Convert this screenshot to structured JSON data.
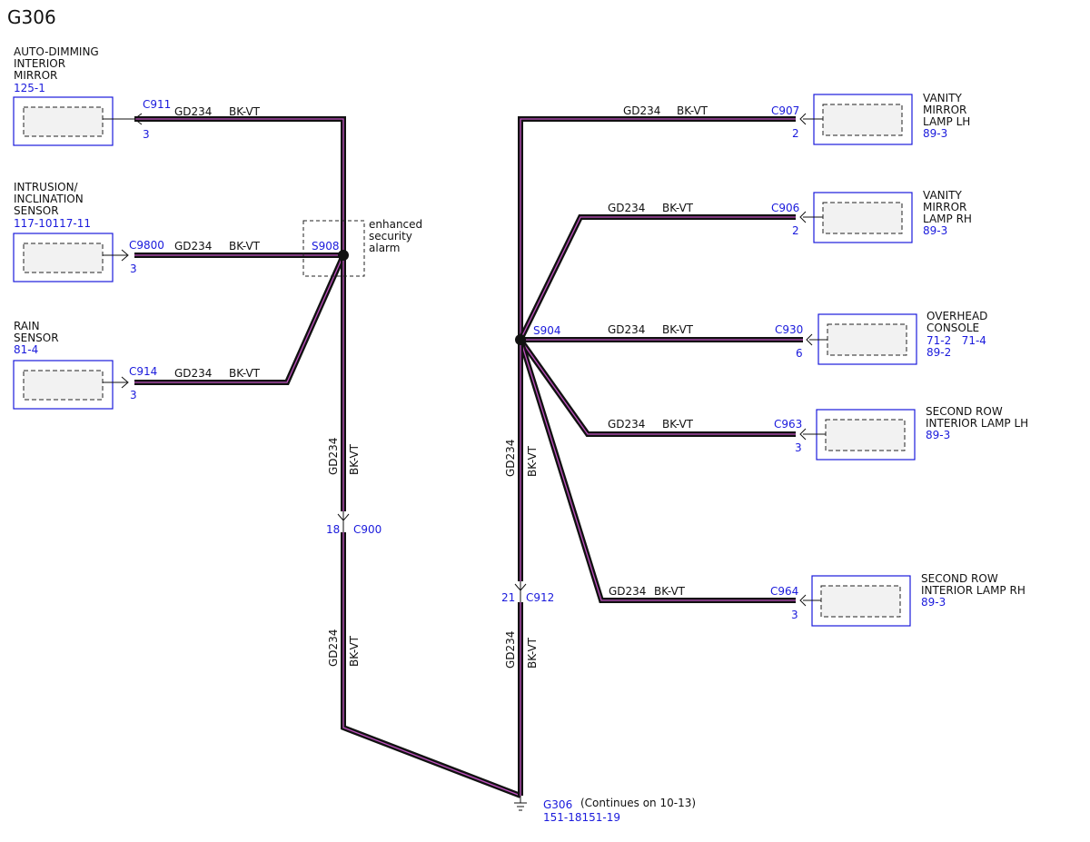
{
  "diagram": {
    "title": "G306",
    "wire_code": "GD234",
    "wire_color": "BK-VT",
    "colors": {
      "wire": "#111111",
      "wire_stripe": "#c050c0",
      "reference": "#1a1adc"
    }
  },
  "components": {
    "mirror": {
      "lines": [
        "AUTO-DIMMING",
        "INTERIOR",
        "MIRROR"
      ],
      "ref": "125-1"
    },
    "intrusion": {
      "lines": [
        "INTRUSION/",
        "INCLINATION",
        "SENSOR"
      ],
      "ref": "117-10117-11"
    },
    "rain": {
      "lines": [
        "RAIN",
        "SENSOR"
      ],
      "ref": "81-4"
    },
    "vanity_lh": {
      "lines": [
        "VANITY",
        "MIRROR",
        "LAMP LH"
      ],
      "ref": "89-3"
    },
    "vanity_rh": {
      "lines": [
        "VANITY",
        "MIRROR",
        "LAMP RH"
      ],
      "ref": "89-3"
    },
    "overhead": {
      "lines": [
        "OVERHEAD",
        "CONSOLE"
      ],
      "ref": "71-2   71-4",
      "ref2": "89-2"
    },
    "second_lh": {
      "lines": [
        "SECOND ROW",
        "INTERIOR LAMP LH"
      ],
      "ref": "89-3"
    },
    "second_rh": {
      "lines": [
        "SECOND ROW",
        "INTERIOR LAMP RH"
      ],
      "ref": "89-3"
    }
  },
  "connectors": {
    "c911": {
      "name": "C911",
      "pin": "3"
    },
    "c9800": {
      "name": "C9800",
      "pin": "3"
    },
    "c914": {
      "name": "C914",
      "pin": "3"
    },
    "c907": {
      "name": "C907",
      "pin": "2"
    },
    "c906": {
      "name": "C906",
      "pin": "2"
    },
    "c930": {
      "name": "C930",
      "pin": "6"
    },
    "c963": {
      "name": "C963",
      "pin": "3"
    },
    "c964": {
      "name": "C964",
      "pin": "3"
    },
    "c900": {
      "name": "C900",
      "pin": "18"
    },
    "c912": {
      "name": "C912",
      "pin": "21"
    }
  },
  "splices": {
    "s908": {
      "name": "S908",
      "note": [
        "enhanced",
        "security",
        "alarm"
      ]
    },
    "s904": {
      "name": "S904"
    }
  },
  "ground": {
    "name": "G306",
    "ref": "151-18151-19",
    "note": "(Continues on 10-13)"
  }
}
